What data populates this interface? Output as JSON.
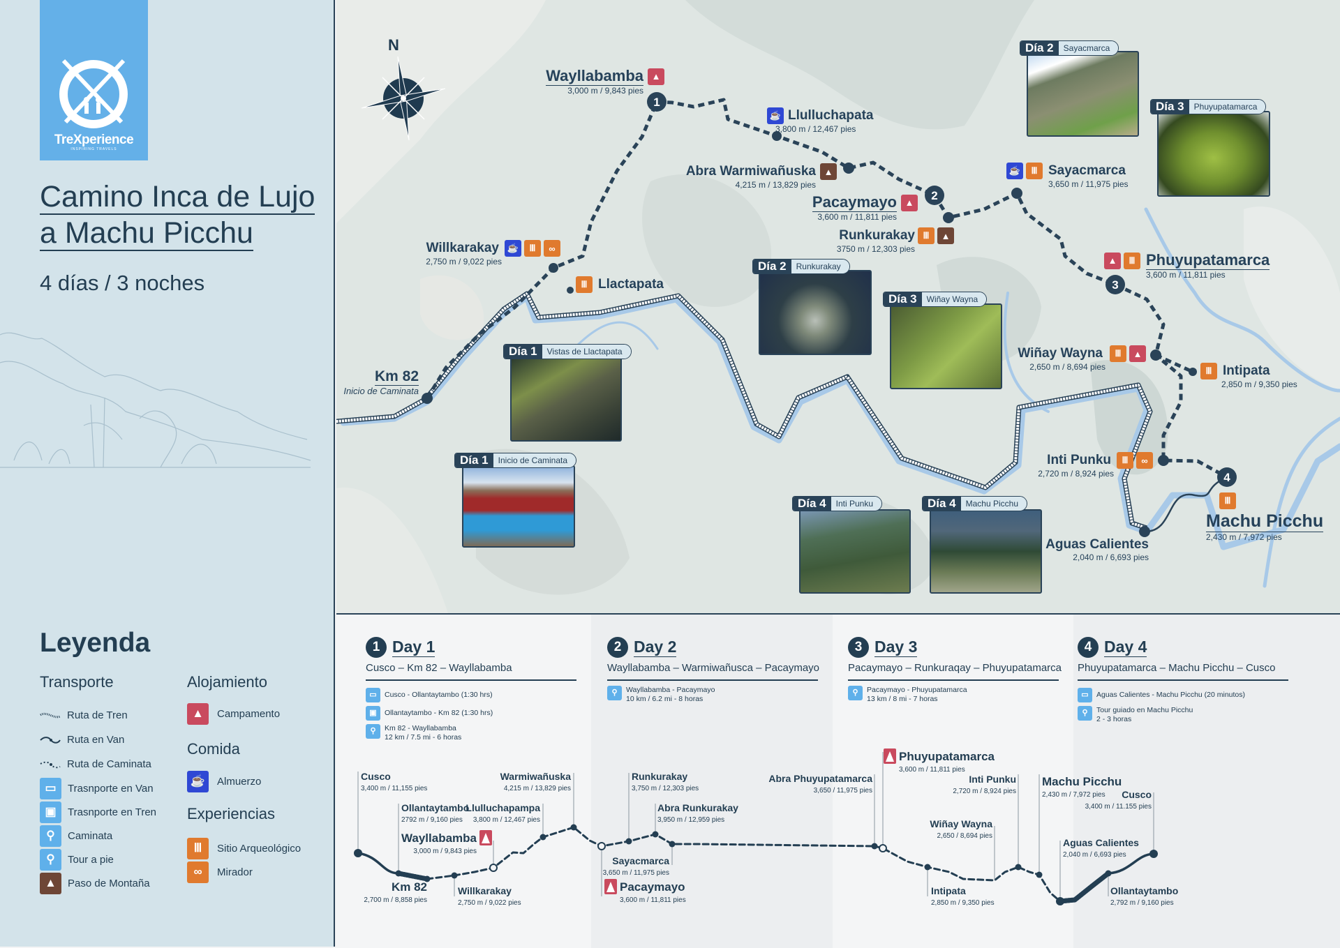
{
  "brand": {
    "logo_text": "TreXperience",
    "logo_tagline": "INSPIRING TRAVELS"
  },
  "title": {
    "line1": "Camino Inca de Lujo",
    "line2": "a Machu Picchu",
    "duration": "4 días / 3 noches"
  },
  "legend": {
    "title": "Leyenda",
    "transporte": {
      "heading": "Transporte",
      "items": [
        "Ruta de Tren",
        "Ruta en Van",
        "Ruta de Caminata",
        "Trasnporte en Van",
        "Trasnporte en Tren",
        "Caminata",
        "Tour a pie",
        "Paso de Montaña"
      ]
    },
    "alojamiento": {
      "heading": "Alojamiento",
      "items": [
        "Campamento"
      ]
    },
    "comida": {
      "heading": "Comida",
      "items": [
        "Almuerzo"
      ]
    },
    "experiencias": {
      "heading": "Experiencias",
      "items": [
        "Sitio Arqueológico",
        "Mirador"
      ]
    }
  },
  "colors": {
    "brand": "#64b0e8",
    "dark": "#233e52",
    "camp": "#c94a5e",
    "lunch": "#2f48d4",
    "ruin": "#e07a2e",
    "pass": "#6e4636",
    "transport": "#5fb0ea",
    "river": "#a8c9e8"
  },
  "map": {
    "north": "N",
    "stage_markers": [
      "1",
      "2",
      "3",
      "4"
    ],
    "places": [
      {
        "name": "Wayllabamba",
        "alt": "3,000 m / 9,843 pies",
        "icons": [
          "camp"
        ]
      },
      {
        "name": "Llulluchapata",
        "alt": "3,800 m / 12,467 pies",
        "icons": [
          "lunch"
        ]
      },
      {
        "name": "Abra Warmiwañuska",
        "alt": "4,215 m / 13,829 pies",
        "icons": [
          "pass"
        ]
      },
      {
        "name": "Pacaymayo",
        "alt": "3,600 m / 11,811 pies",
        "icons": [
          "camp"
        ]
      },
      {
        "name": "Runkurakay",
        "alt": "3750 m / 12,303 pies",
        "icons": [
          "ruin",
          "pass"
        ]
      },
      {
        "name": "Sayacmarca",
        "alt": "3,650 m / 11,975 pies",
        "icons": [
          "lunch",
          "ruin"
        ]
      },
      {
        "name": "Phuyupatamarca",
        "alt": "3,600 m / 11,811 pies",
        "icons": [
          "camp",
          "ruin"
        ]
      },
      {
        "name": "Willkarakay",
        "alt": "2,750 m / 9,022 pies",
        "icons": [
          "lunch",
          "ruin",
          "mirador"
        ]
      },
      {
        "name": "Llactapata",
        "icons": [
          "ruin"
        ]
      },
      {
        "name": "Km 82",
        "sub": "Inicio de Caminata"
      },
      {
        "name": "Wiñay Wayna",
        "alt": "2,650 m / 8,694 pies",
        "icons": [
          "ruin",
          "camp"
        ]
      },
      {
        "name": "Intipata",
        "alt": "2,850 m / 9,350 pies",
        "icons": [
          "ruin"
        ]
      },
      {
        "name": "Inti Punku",
        "alt": "2,720 m / 8,924 pies",
        "icons": [
          "ruin",
          "mirador"
        ]
      },
      {
        "name": "Machu Picchu",
        "alt": "2,430 m / 7,972 pies",
        "icons": [
          "ruin"
        ]
      },
      {
        "name": "Aguas Calientes",
        "alt": "2,040 m / 6,693 pies"
      }
    ],
    "photos": [
      {
        "day": "Día 2",
        "name": "Sayacmarca"
      },
      {
        "day": "Día 3",
        "name": "Phuyupatamarca"
      },
      {
        "day": "Día 2",
        "name": "Runkurakay"
      },
      {
        "day": "Día 3",
        "name": "Wiñay Wayna"
      },
      {
        "day": "Día 1",
        "name": "Vistas de Llactapata"
      },
      {
        "day": "Día 1",
        "name": "Inicio de Caminata"
      },
      {
        "day": "Día 4",
        "name": "Inti Punku"
      },
      {
        "day": "Día 4",
        "name": "Machu Picchu"
      }
    ]
  },
  "days": [
    {
      "num": "1",
      "title": "Day 1",
      "route": "Cusco – Km 82 – Wayllabamba",
      "items": [
        {
          "icon": "van",
          "text": "Cusco - Ollantaytambo (1:30 hrs)"
        },
        {
          "icon": "train",
          "text": "Ollantaytambo - Km 82 (1:30 hrs)"
        },
        {
          "icon": "hike",
          "text": "Km 82 - Wayllabamba",
          "sub": "12 km / 7.5 mi - 6 horas"
        }
      ]
    },
    {
      "num": "2",
      "title": "Day 2",
      "route": "Wayllabamba – Warmiwañusca – Pacaymayo",
      "items": [
        {
          "icon": "hike",
          "text": "Wayllabamba - Pacaymayo",
          "sub": "10 km / 6.2 mi - 8 horas"
        }
      ]
    },
    {
      "num": "3",
      "title": "Day 3",
      "route": "Pacaymayo – Runkuraqay – Phuyupatamarca",
      "items": [
        {
          "icon": "hike",
          "text": "Pacaymayo - Phuyupatamarca",
          "sub": "13 km / 8 mi - 7 horas"
        }
      ]
    },
    {
      "num": "4",
      "title": "Day 4",
      "route": "Phuyupatamarca – Machu Picchu – Cusco",
      "items": [
        {
          "icon": "van",
          "text": "Aguas Calientes - Machu Picchu (20 minutos)"
        },
        {
          "icon": "walk",
          "text": "Tour guiado en Machu Picchu",
          "sub": "2 - 3 horas"
        }
      ]
    }
  ],
  "profile": {
    "points": [
      {
        "name": "Cusco",
        "alt": "3,400 m / 11,155 pies"
      },
      {
        "name": "Ollantaytambo",
        "alt": "2792 m / 9,160 pies"
      },
      {
        "name": "Km 82",
        "alt": "2,700 m / 8,858 pies"
      },
      {
        "name": "Willkarakay",
        "alt": "2,750 m / 9,022 pies"
      },
      {
        "name": "Wayllabamba",
        "alt": "3,000 m / 9,843 pies",
        "camp": true
      },
      {
        "name": "Llulluchapampa",
        "alt": "3,800 m / 12,467 pies"
      },
      {
        "name": "Warmiwañuska",
        "alt": "4,215 m / 13,829 pies"
      },
      {
        "name": "Pacaymayo",
        "alt": "3,600 m / 11,811 pies",
        "camp": true
      },
      {
        "name": "Runkurakay",
        "alt": "3,750 m / 12,303 pies"
      },
      {
        "name": "Abra Runkurakay",
        "alt": "3,950 m / 12,959 pies"
      },
      {
        "name": "Sayacmarca",
        "alt": "3,650 m / 11,975 pies"
      },
      {
        "name": "Abra Phuyupatamarca",
        "alt": "3,650 / 11,975 pies"
      },
      {
        "name": "Phuyupatamarca",
        "alt": "3,600 m / 11,811 pies",
        "camp": true
      },
      {
        "name": "Intipata",
        "alt": "2,850 m / 9,350 pies"
      },
      {
        "name": "Wiñay Wayna",
        "alt": "2,650 / 8,694 pies"
      },
      {
        "name": "Inti Punku",
        "alt": "2,720 m / 8,924 pies"
      },
      {
        "name": "Machu Picchu",
        "alt": "2,430 m / 7,972 pies"
      },
      {
        "name": "Aguas Calientes",
        "alt": "2,040 m / 6,693 pies"
      },
      {
        "name": "Ollantaytambo",
        "alt": "2,792 m / 9,160 pies"
      },
      {
        "name": "Cusco",
        "alt": "3,400 m / 11.155 pies"
      }
    ]
  }
}
